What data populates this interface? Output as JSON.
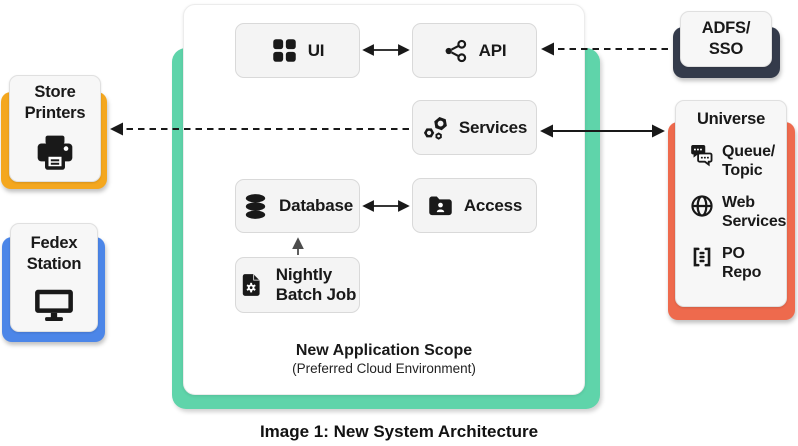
{
  "scope": {
    "title": "New Application Scope",
    "subtitle": "(Preferred Cloud Environment)"
  },
  "nodes": {
    "ui": {
      "label": "UI",
      "icon": "grid-icon"
    },
    "api": {
      "label": "API",
      "icon": "share-icon"
    },
    "services": {
      "label": "Services",
      "icon": "gears-icon"
    },
    "database": {
      "label": "Database",
      "icon": "database-icon"
    },
    "access": {
      "label": "Access",
      "icon": "folder-user-icon"
    },
    "nightly": {
      "lines": [
        "Nightly",
        "Batch Job"
      ],
      "icon": "file-gear-icon"
    }
  },
  "cards": {
    "store_printers": {
      "lines": [
        "Store",
        "Printers"
      ],
      "icon": "printer-icon",
      "accent": "#f4a71f"
    },
    "fedex_station": {
      "lines": [
        "Fedex",
        "Station"
      ],
      "icon": "monitor-icon",
      "accent": "#4c86e8"
    },
    "adfs_sso": {
      "lines": [
        "ADFS/",
        "SSO"
      ],
      "accent": "#343b4b"
    },
    "universe": {
      "title": "Universe",
      "accent": "#ee6a4d",
      "items": [
        {
          "lines": [
            "Queue/",
            "Topic"
          ],
          "icon": "chat-bubbles-icon"
        },
        {
          "lines": [
            "Web",
            "Services"
          ],
          "icon": "globe-icon"
        },
        {
          "lines": [
            "PO",
            "Repo"
          ],
          "icon": "bracket-list-icon"
        }
      ]
    }
  },
  "caption": {
    "text": "Image 1: New System Architecture"
  },
  "colors": {
    "scope_teal": "#5fd4aa",
    "printers_orange": "#f4a71f",
    "fedex_blue": "#4c86e8",
    "adfs_navy": "#343b4b",
    "universe_red": "#ee6a4d",
    "node_fill": "#f4f4f4",
    "ink": "#191919"
  }
}
